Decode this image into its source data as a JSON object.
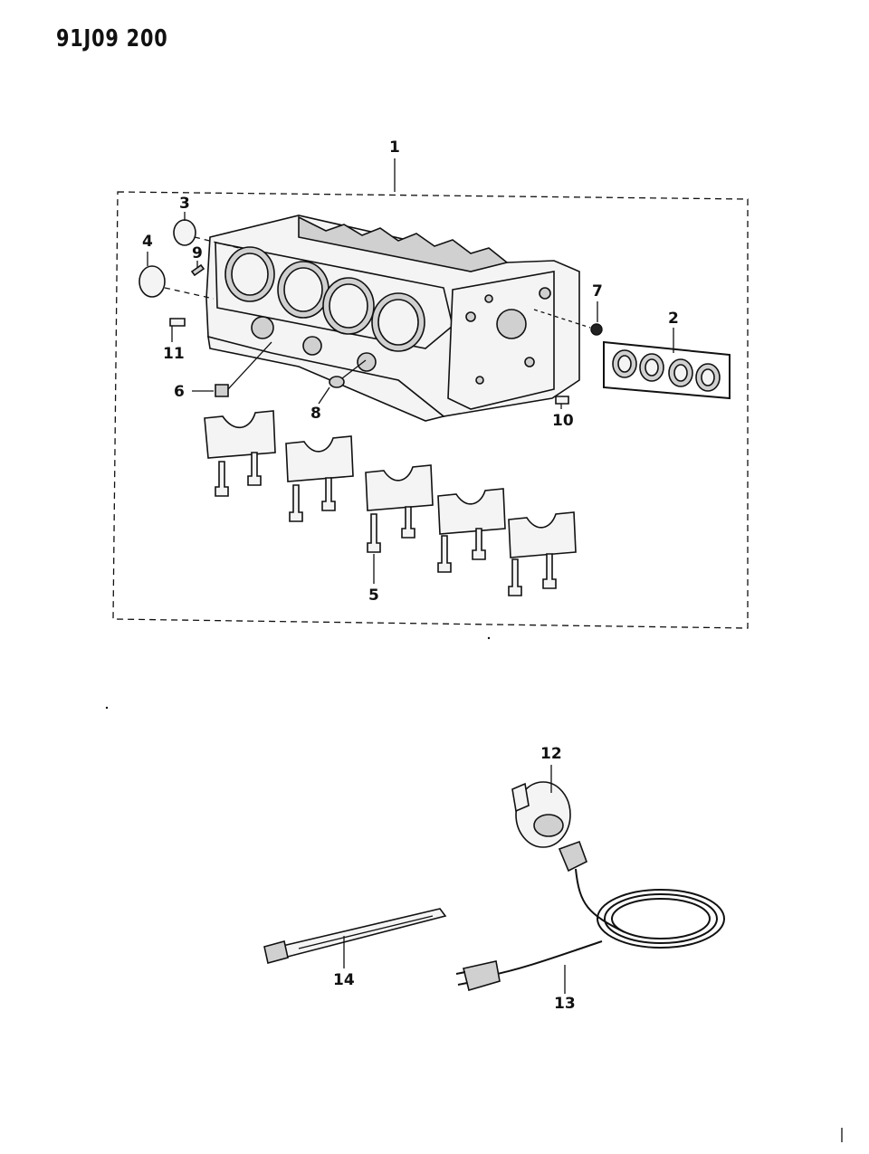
{
  "document_id": "91J09 200",
  "callouts": [
    "1",
    "2",
    "3",
    "4",
    "5",
    "6",
    "7",
    "8",
    "9",
    "10",
    "11",
    "12",
    "13",
    "14"
  ]
}
